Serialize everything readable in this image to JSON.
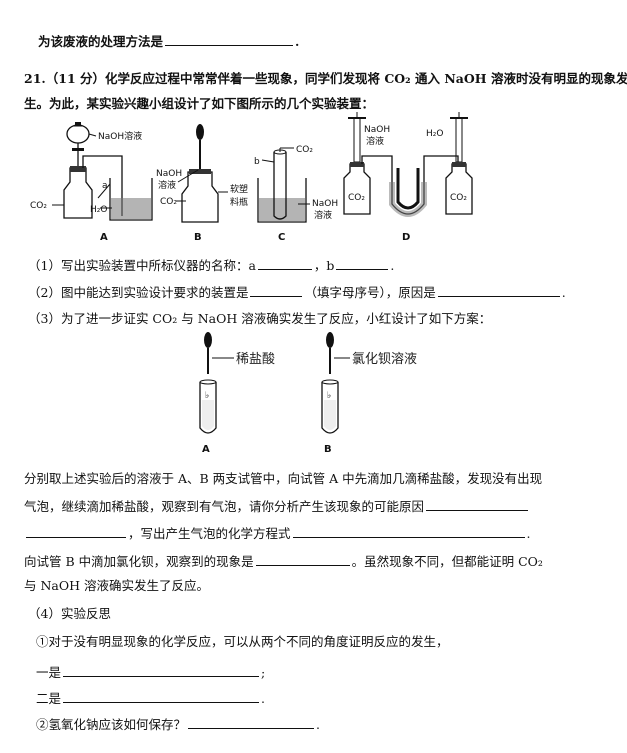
{
  "line_disposal": {
    "text": "为该废液的处理方法是",
    "end": "."
  },
  "q21": {
    "intro1": "21.（11 分）化学反应过程中常常伴着一些现象，同学们发现将 CO₂ 通入 NaOH 溶液时没有明显的现象发",
    "intro2": "生。为此，某实验兴趣小组设计了如下图所示的几个实验装置："
  },
  "apparatus": {
    "A": {
      "letter": "A",
      "naoh": "NaOH溶液",
      "a": "a",
      "co2": "CO₂",
      "h2o": "H₂O"
    },
    "B": {
      "letter": "B",
      "naoh1": "NaOH",
      "naoh2": "溶液",
      "co2": "CO₂",
      "soft1": "软塑",
      "soft2": "料瓶"
    },
    "C": {
      "letter": "C",
      "b": "b",
      "co2": "CO₂",
      "naoh1": "NaOH",
      "naoh2": "溶液"
    },
    "D": {
      "letter": "D",
      "naoh1": "NaOH",
      "naoh2": "溶液",
      "h2o": "H₂O",
      "co2_left": "CO₂",
      "co2_right": "CO₂"
    }
  },
  "q1": {
    "text": "（1）写出实验装置中所标仪器的名称：a",
    "sep": "，b",
    "end": "."
  },
  "q2": {
    "text": "（2）图中能达到实验设计要求的装置是",
    "mid": "（填字母序号），原因是",
    "end": "."
  },
  "q3": {
    "text": "（3）为了进一步证实 CO₂ 与 NaOH 溶液确实发生了反应，小红设计了如下方案："
  },
  "tubes": {
    "A": {
      "label": "稀盐酸",
      "letter": "A"
    },
    "B": {
      "label": "氯化钡溶液",
      "letter": "B"
    }
  },
  "p1": "分别取上述实验后的溶液于 A、B 两支试管中，向试管 A 中先滴加几滴稀盐酸，发现没有出现",
  "p2": "气泡，继续滴加稀盐酸，观察到有气泡，请你分析产生该现象的可能原因",
  "p3": {
    "mid": "，写出产生气泡的化学方程式",
    "end": "."
  },
  "p4": {
    "text": "向试管 B 中滴加氯化钡，观察到的现象是",
    "rest": "。虽然现象不同，但都能证明 CO₂"
  },
  "p5": "与 NaOH 溶液确实发生了反应。",
  "q4": {
    "title": "（4）实验反思",
    "s1": "①对于没有明显现象的化学反应，可以从两个不同的角度证明反应的发生，",
    "one": "一是",
    "one_end": ";",
    "two": "二是",
    "two_end": ".",
    "s2": "②氢氧化钠应该如何保存？",
    "s2_end": "."
  }
}
